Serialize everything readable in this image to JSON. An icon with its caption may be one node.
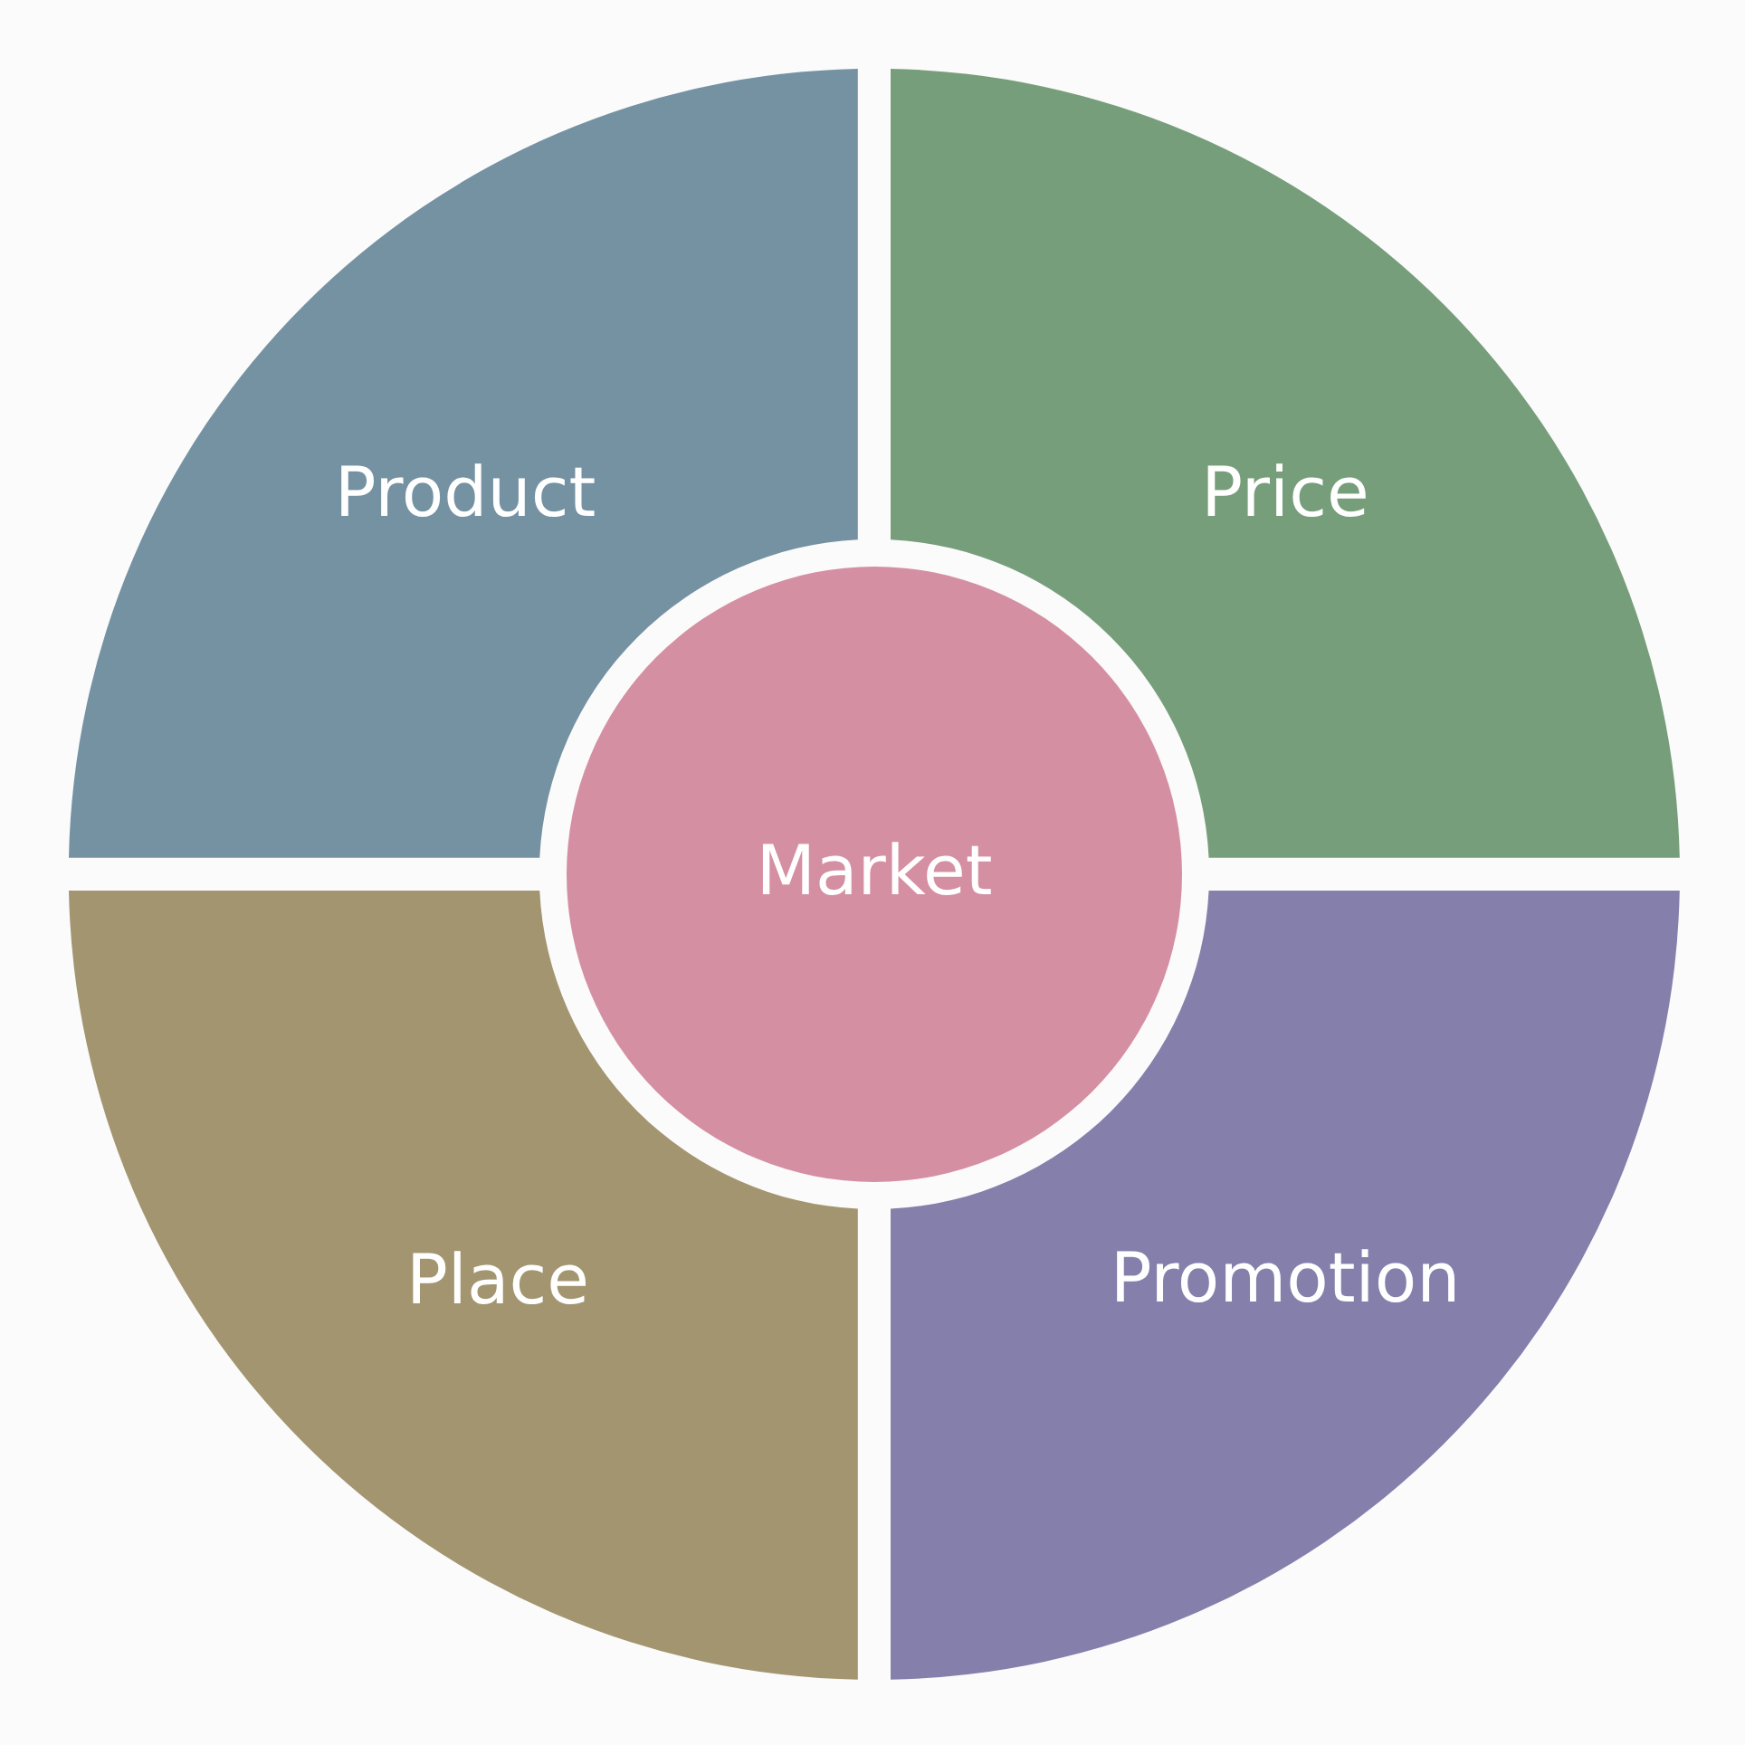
{
  "diagram": {
    "nodes": [
      {
        "text": [
          "Product"
        ]
      },
      {
        "text": [
          "Price"
        ]
      },
      {
        "text": [
          "Place"
        ]
      },
      {
        "text": [
          "Promotion"
        ]
      },
      {
        "text": [
          "Market"
        ]
      }
    ]
  }
}
